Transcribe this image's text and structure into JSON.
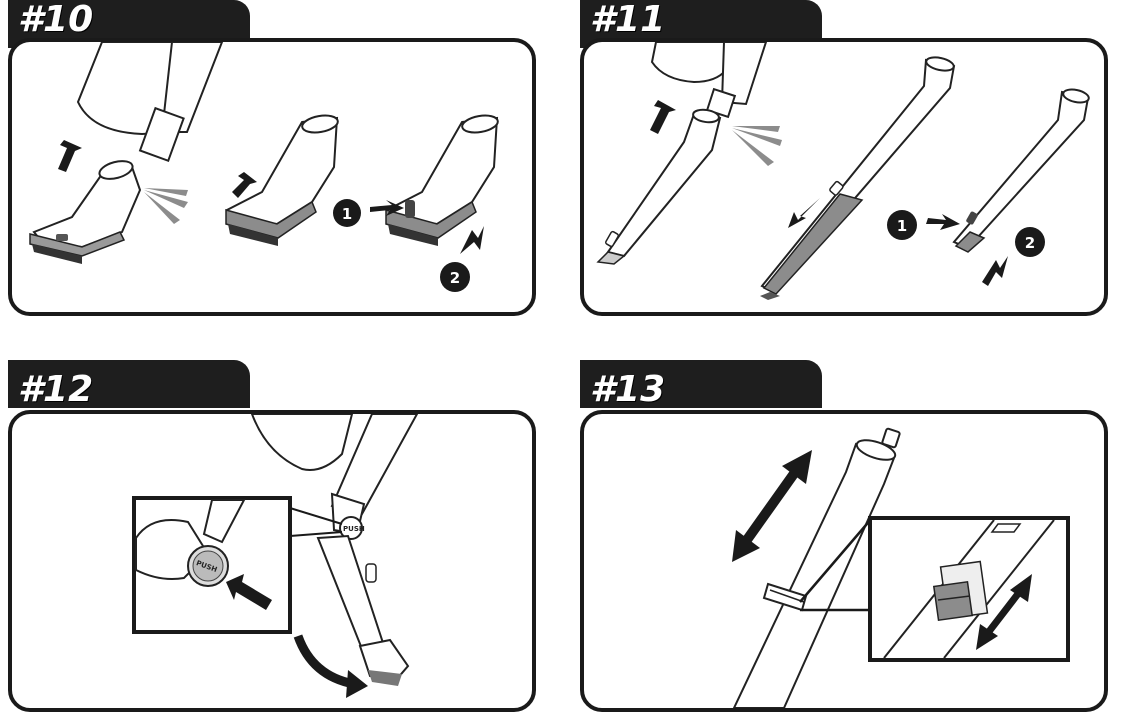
{
  "colors": {
    "tab": "#1e1e1e",
    "frame": "#1a1a1a",
    "tool_gray": "#8c8c8c",
    "dark_gray": "#555555"
  },
  "panels": [
    {
      "label": "#10",
      "step_markers": [
        "1",
        "2"
      ]
    },
    {
      "label": "#11",
      "step_markers": [
        "1",
        "2"
      ]
    },
    {
      "label": "#12",
      "button_text": "PUSH"
    },
    {
      "label": "#13"
    }
  ]
}
